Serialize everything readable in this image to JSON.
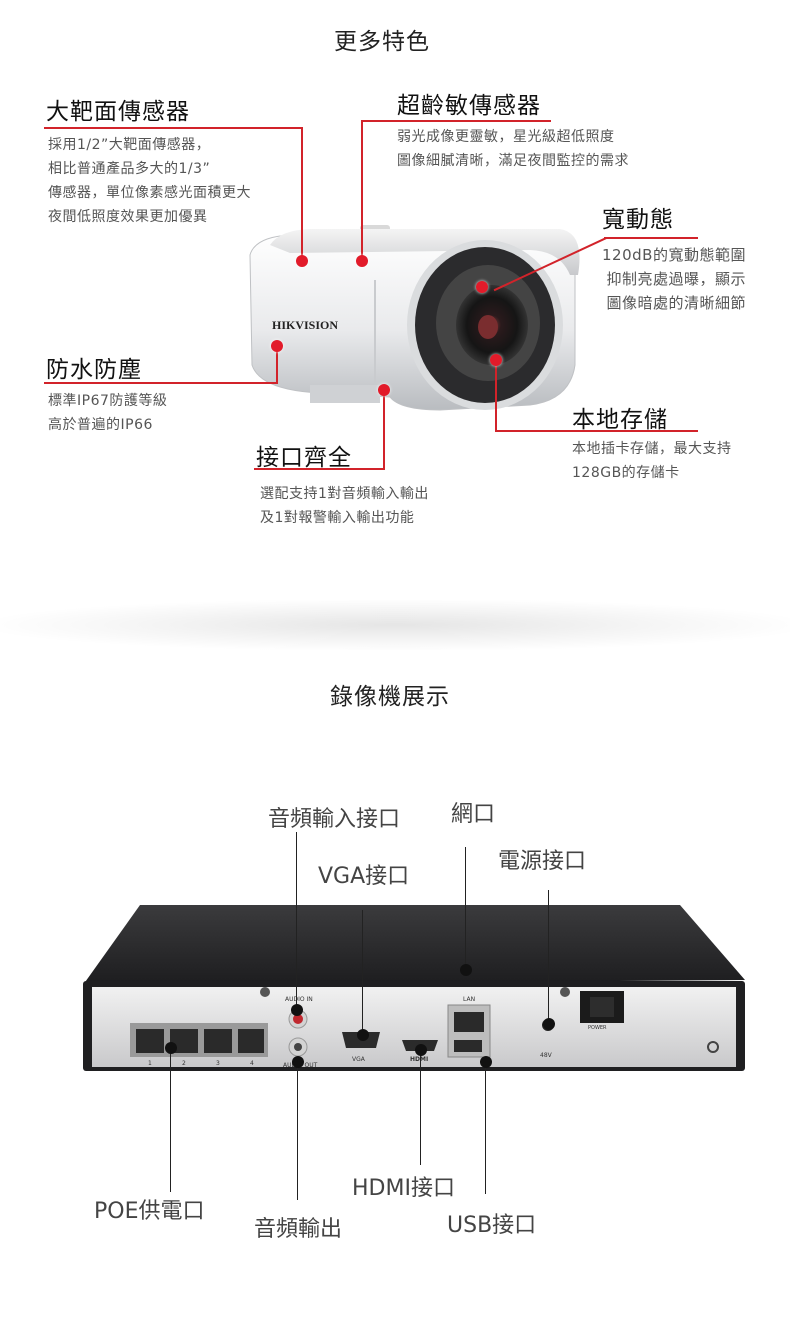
{
  "section1": {
    "title": "更多特色",
    "features": [
      {
        "title": "大靶面傳感器",
        "desc": "採用1/2”大靶面傳感器，\n相比普通產品多大的1/3”\n傳感器，單位像素感光面積更大\n夜間低照度效果更加優異"
      },
      {
        "title": "超齡敏傳感器",
        "desc": "弱光成像更靈敏，星光級超低照度\n圖像細膩清晰，滿足夜間監控的需求"
      },
      {
        "title": "寬動態",
        "desc": "120dB的寬動態範圍\n抑制亮處過曝，顯示\n圖像暗處的清晰細節"
      },
      {
        "title": "防水防塵",
        "desc": "標準IP67防護等級\n高於普遍的IP66"
      },
      {
        "title": "接口齊全",
        "desc": "選配支持1對音頻輸入輸出\n及1對報警輸入輸出功能"
      },
      {
        "title": "本地存儲",
        "desc": "本地插卡存儲，最大支持\n128GB的存儲卡"
      }
    ],
    "camera": {
      "brand": "HIKVISION"
    }
  },
  "section2": {
    "title": "錄像機展示",
    "callouts": {
      "audio_in": "音頻輸入接口",
      "lan": "網口",
      "vga": "VGA接口",
      "power": "電源接口",
      "poe": "POE供電口",
      "audio_out": "音頻輸出",
      "hdmi": "HDMI接口",
      "usb": "USB接口"
    },
    "panel_labels": {
      "audio_in": "AUDIO IN",
      "audio_out": "AUDIO OUT",
      "vga": "VGA",
      "hdmi": "HDMI",
      "lan": "LAN",
      "dc": "48V",
      "power": "POWER",
      "poe_ports": [
        "1",
        "2",
        "3",
        "4"
      ]
    }
  }
}
